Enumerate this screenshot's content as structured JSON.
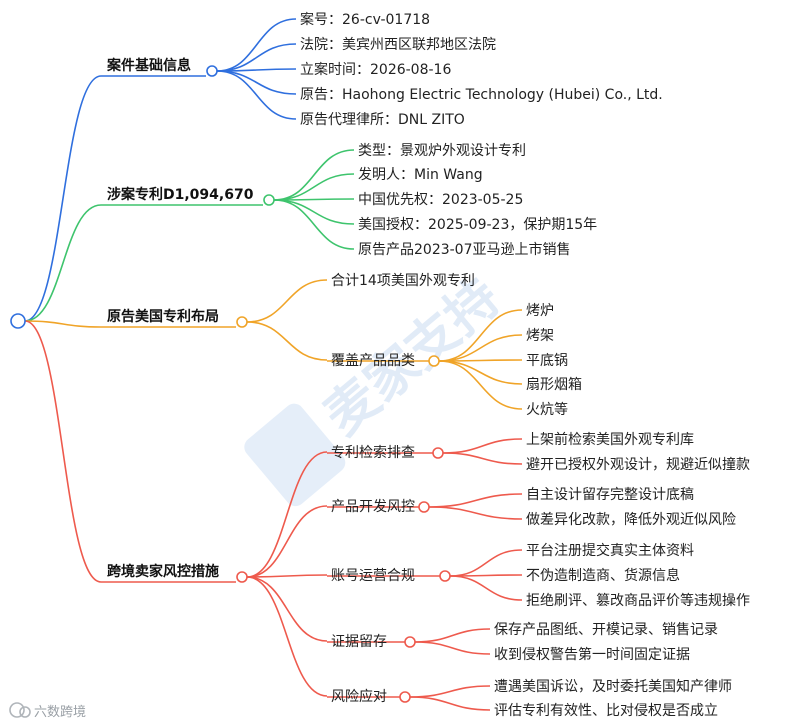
{
  "root": {
    "label": ""
  },
  "branches": [
    {
      "label": "案件基础信息",
      "color": "#2f6fde",
      "items": [
        {
          "label": "案号：26-cv-01718"
        },
        {
          "label": "法院：美宾州西区联邦地区法院"
        },
        {
          "label": "立案时间：2026-08-16"
        },
        {
          "label": "原告：Haohong Electric Technology (Hubei) Co., Ltd."
        },
        {
          "label": "原告代理律所：DNL ZITO"
        }
      ]
    },
    {
      "label": "涉案专利D1,094,670",
      "color": "#3ec46d",
      "items": [
        {
          "label": "类型：景观炉外观设计专利"
        },
        {
          "label": "发明人：Min Wang"
        },
        {
          "label": "中国优先权：2023-05-25"
        },
        {
          "label": "美国授权：2025-09-23，保护期15年"
        },
        {
          "label": "原告产品2023-07亚马逊上市销售"
        }
      ]
    },
    {
      "label": "原告美国专利布局",
      "color": "#f0a428",
      "items": [
        {
          "label": "合计14项美国外观专利"
        },
        {
          "label": "覆盖产品品类",
          "children": [
            "烤炉",
            "烤架",
            "平底锅",
            "扇形烟箱",
            "火炕等"
          ]
        }
      ]
    },
    {
      "label": "跨境卖家风控措施",
      "color": "#ee5a4d",
      "items": [
        {
          "label": "专利检索排查",
          "children": [
            "上架前检索美国外观专利库",
            "避开已授权外观设计，规避近似撞款"
          ]
        },
        {
          "label": "产品开发风控",
          "children": [
            "自主设计留存完整设计底稿",
            "做差异化改款，降低外观近似风险"
          ]
        },
        {
          "label": "账号运营合规",
          "children": [
            "平台注册提交真实主体资料",
            "不伪造制造商、货源信息",
            "拒绝刷评、篡改商品评价等违规操作"
          ]
        },
        {
          "label": "证据留存",
          "children": [
            "保存产品图纸、开模记录、销售记录",
            "收到侵权警告第一时间固定证据"
          ]
        },
        {
          "label": "风险应对",
          "children": [
            "遭遇美国诉讼，及时委托美国知产律师",
            "评估专利有效性、比对侵权是否成立"
          ]
        }
      ]
    }
  ],
  "watermark": {
    "text": "麦家支持"
  },
  "footer": {
    "logo_text": "六数跨境"
  }
}
